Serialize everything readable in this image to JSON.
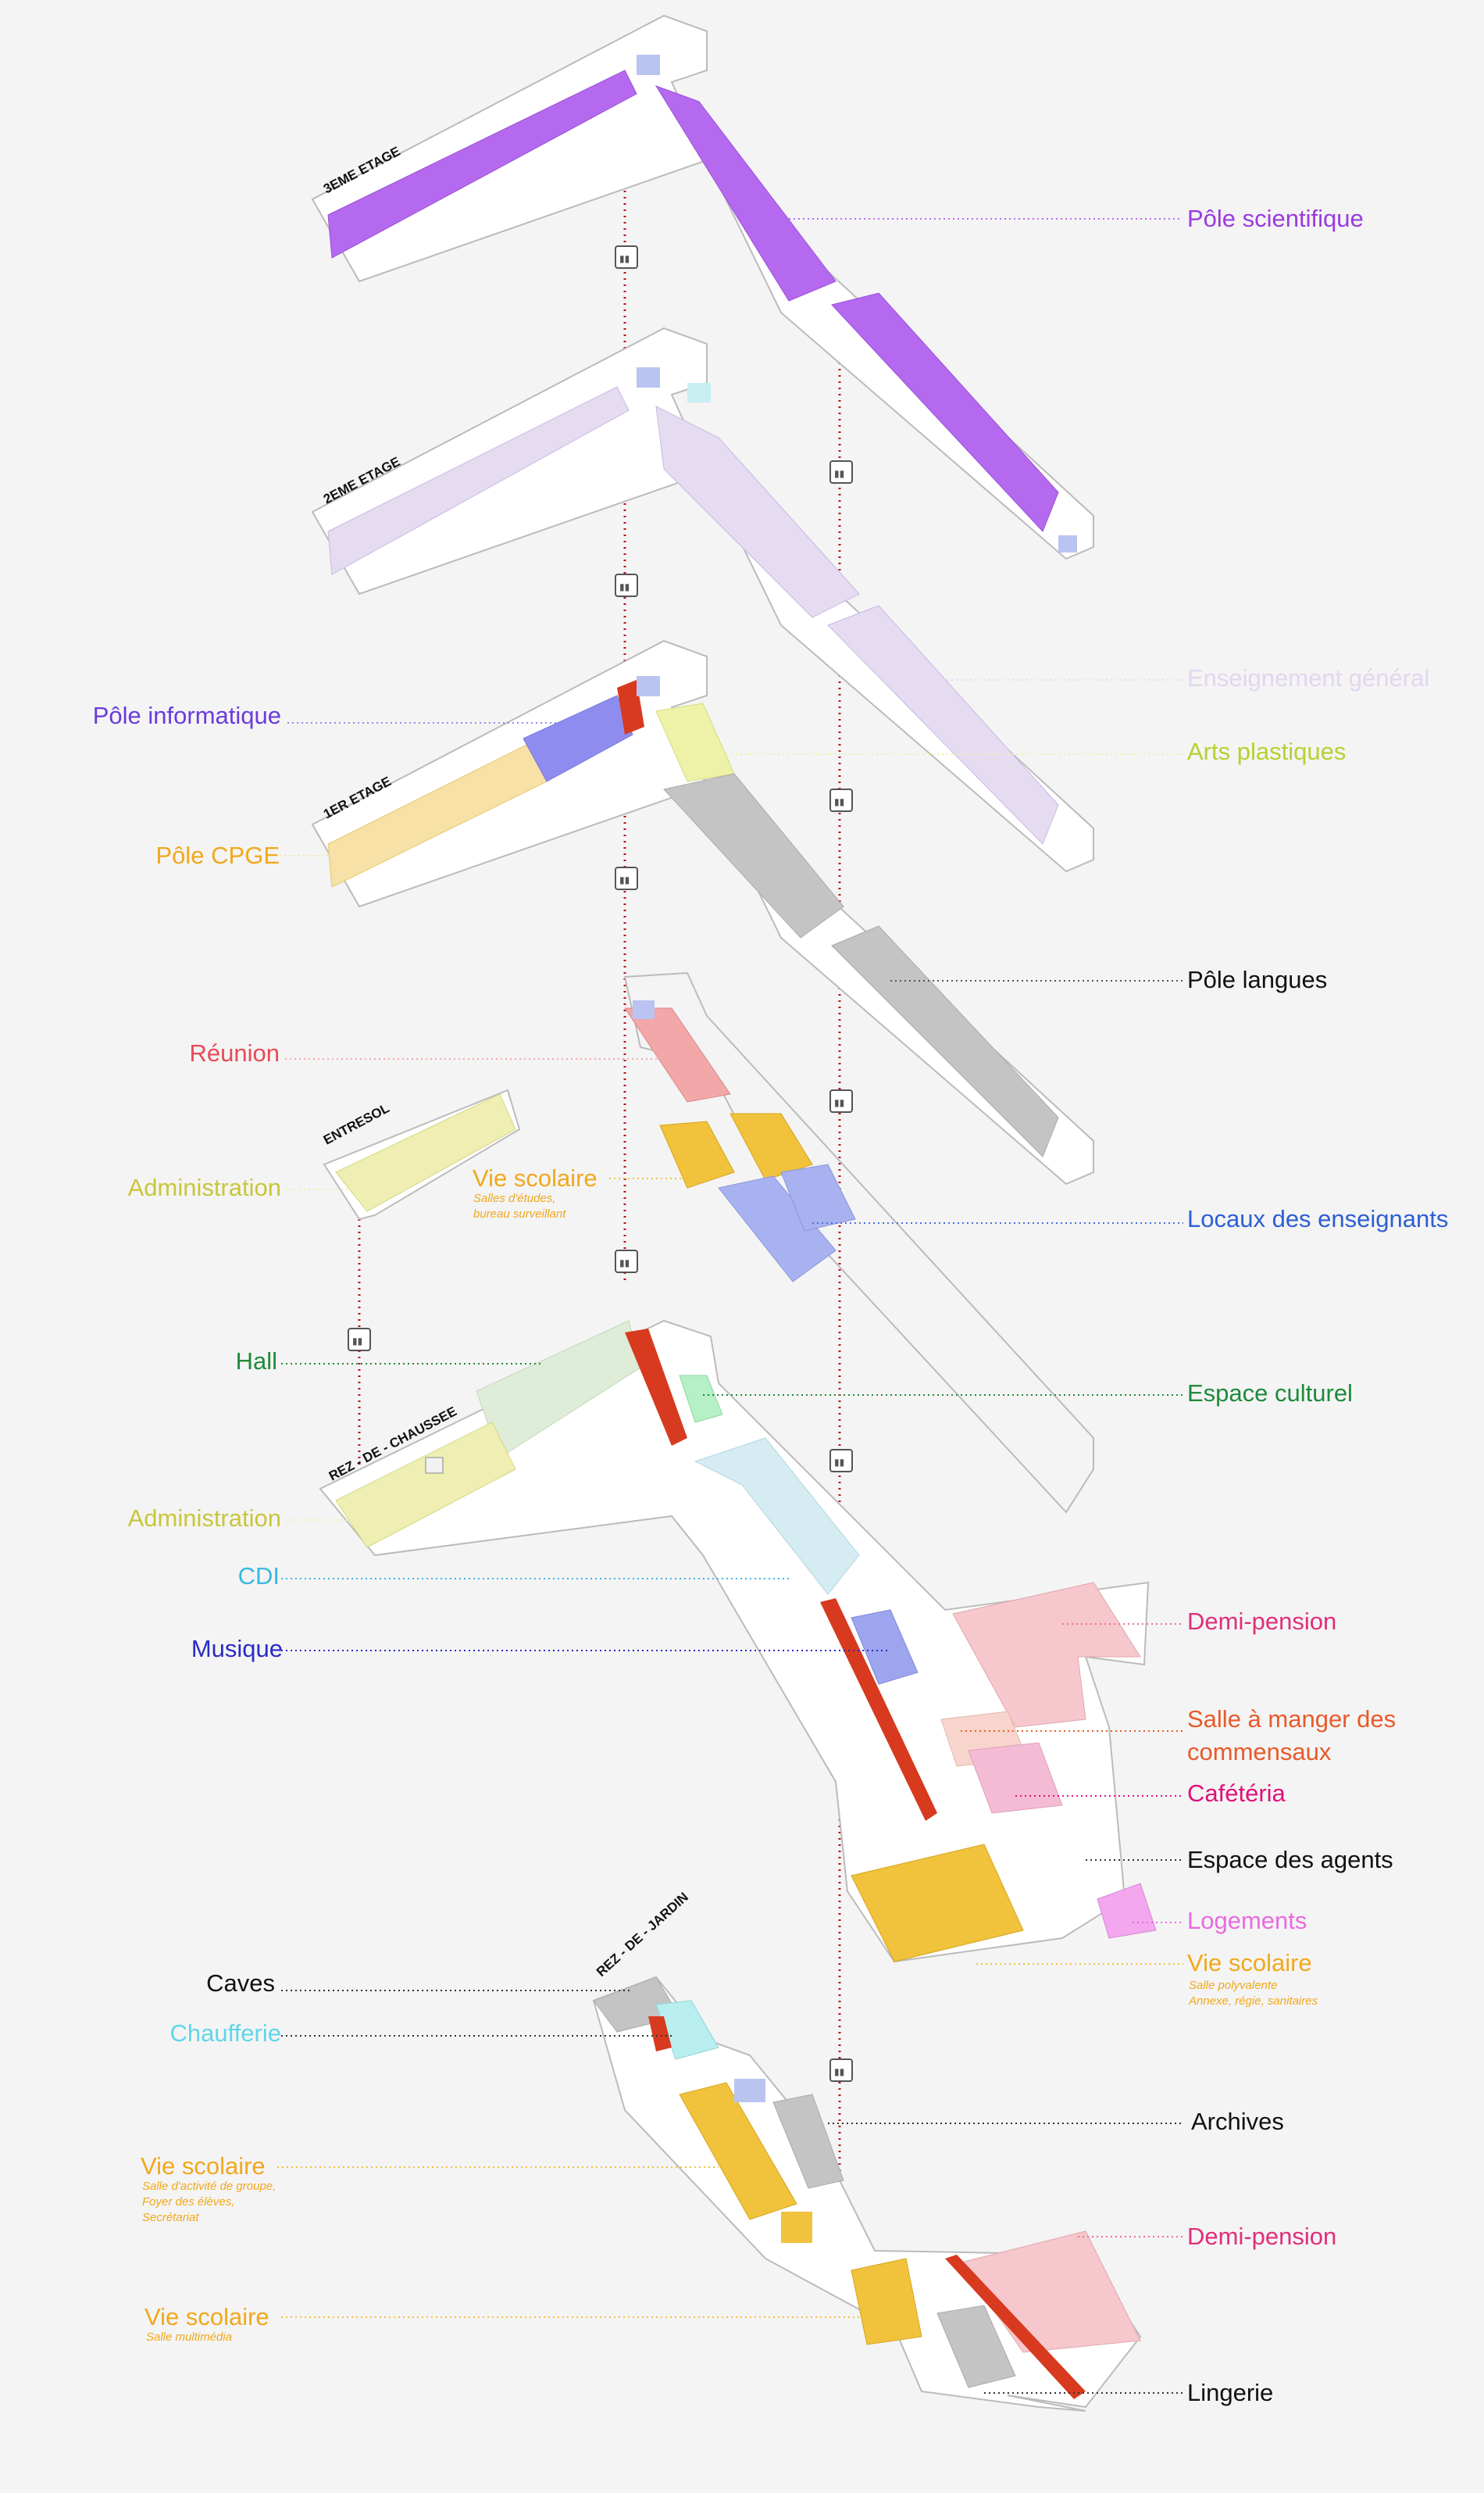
{
  "levels": {
    "third": "3EME ETAGE",
    "second": "2EME ETAGE",
    "first": "1ER ETAGE",
    "entresol": "ENTRESOL",
    "rdc": "REZ - DE - CHAUSSEE",
    "rdj": "REZ - DE - JARDIN"
  },
  "labels": {
    "pole_scientifique": "Pôle scientifique",
    "enseignement_general": "Enseignement général",
    "pole_informatique": "Pôle informatique",
    "arts_plastiques": "Arts plastiques",
    "pole_cpge": "Pôle CPGE",
    "pole_langues": "Pôle langues",
    "reunion": "Réunion",
    "administration_entresol": "Administration",
    "vie_scolaire_entresol": "Vie scolaire",
    "vie_scolaire_entresol_sub1": "Salles d'études,",
    "vie_scolaire_entresol_sub2": "bureau surveillant",
    "locaux_enseignants": "Locaux des enseignants",
    "hall": "Hall",
    "espace_culturel": "Espace culturel",
    "administration_rdc": "Administration",
    "cdi": "CDI",
    "demi_pension_rdc": "Demi-pension",
    "musique": "Musique",
    "salle_manger_1": "Salle à manger des",
    "salle_manger_2": "commensaux",
    "cafeteria": "Cafétéria",
    "espace_agents": "Espace des agents",
    "logements": "Logements",
    "vie_scolaire_rdc": "Vie scolaire",
    "vie_scolaire_rdc_sub1": "Salle polyvalente",
    "vie_scolaire_rdc_sub2": "Annexe, régie, sanitaires",
    "caves": "Caves",
    "chaufferie": "Chaufferie",
    "archives": "Archives",
    "vie_scolaire_rdj1": "Vie scolaire",
    "vie_scolaire_rdj1_sub1": "Salle d'activité de groupe,",
    "vie_scolaire_rdj1_sub2": "Foyer des élèves,",
    "vie_scolaire_rdj1_sub3": "Secrétariat",
    "demi_pension_rdj": "Demi-pension",
    "vie_scolaire_rdj2": "Vie scolaire",
    "vie_scolaire_rdj2_sub1": "Salle multimédia",
    "lingerie": "Lingerie"
  },
  "colors": {
    "scientifique": "#b469ee",
    "enseignement": "#e6dcf2",
    "informatique": "#8f8cf0",
    "arts": "#eef2a8",
    "cpge": "#f7e1a6",
    "langues": "#c4c4c4",
    "reunion": "#f2a7a9",
    "administration": "#efefb3",
    "vie_scolaire": "#f1c23c",
    "enseignants": "#a8b2f0",
    "hall": "#deecd8",
    "culturel": "#b6f0c6",
    "cdi": "#d4ecf2",
    "demi_pension": "#f6c7cc",
    "musique": "#9da5ee",
    "salle_manger": "#f8d5cc",
    "cafeteria": "#f4bcd4",
    "logements": "#f2a7ee",
    "chaufferie": "#b8eef0",
    "stairs": "#d83a1f",
    "red_axis": "#b3131b"
  },
  "icons": [
    "elevator-icon",
    "wc-icon",
    "entrance-arrow-icon"
  ]
}
